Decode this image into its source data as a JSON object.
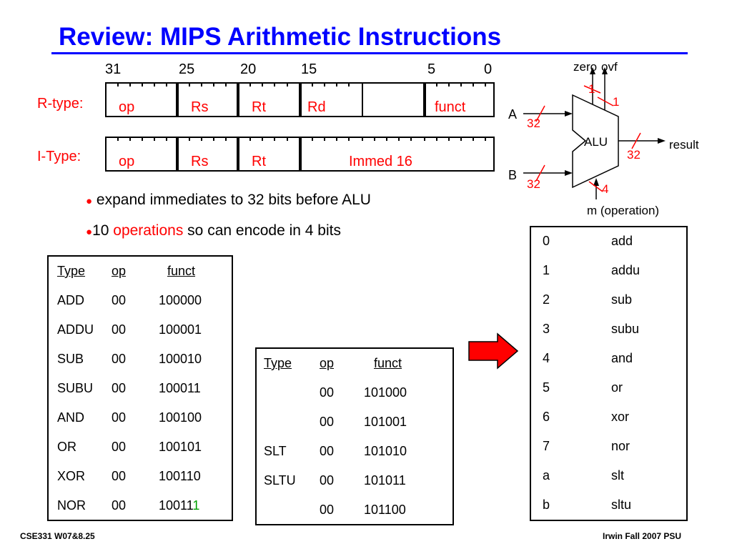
{
  "title": "Review:  MIPS Arithmetic Instructions",
  "bit_positions": [
    "31",
    "25",
    "20",
    "15",
    "5",
    "0"
  ],
  "rtype": {
    "label": "R-type:",
    "fields": [
      "op",
      "Rs",
      "Rt",
      "Rd",
      "funct"
    ]
  },
  "itype": {
    "label": "I-Type:",
    "fields": [
      "op",
      "Rs",
      "Rt",
      "Immed 16"
    ]
  },
  "bullets": {
    "b1": "expand immediates to 32 bits before ALU",
    "b2_pre": "10 ",
    "b2_red": "operations",
    "b2_post": " so can encode in 4 bits"
  },
  "alu": {
    "label": "ALU",
    "zero": "zero",
    "ovf": "ovf",
    "zero_width": "1",
    "ovf_width": "1",
    "input_a": "A",
    "input_b": "B",
    "a_width": "32",
    "b_width": "32",
    "result": "result",
    "result_width": "32",
    "m_width": "4",
    "m_label": "m (operation)"
  },
  "table1": {
    "headers": [
      "Type",
      "op",
      "funct"
    ],
    "rows": [
      [
        "ADD",
        "00",
        "100000"
      ],
      [
        "ADDU",
        "00",
        "100001"
      ],
      [
        "SUB",
        "00",
        "100010"
      ],
      [
        "SUBU",
        "00",
        "100011"
      ],
      [
        "AND",
        "00",
        "100100"
      ],
      [
        "OR",
        "00",
        "100101"
      ],
      [
        "XOR",
        "00",
        "100110"
      ],
      [
        "NOR",
        "00",
        "10011"
      ]
    ],
    "last_digit": "1"
  },
  "table2": {
    "headers": [
      "Type",
      "op",
      "funct"
    ],
    "rows": [
      [
        "",
        "00",
        "101000"
      ],
      [
        "",
        "00",
        "101001"
      ],
      [
        "SLT",
        "00",
        "101010"
      ],
      [
        "SLTU",
        "00",
        "101011"
      ],
      [
        "",
        "00",
        "101100"
      ]
    ]
  },
  "table3": {
    "rows": [
      [
        "0",
        "add"
      ],
      [
        "1",
        "addu"
      ],
      [
        "2",
        "sub"
      ],
      [
        "3",
        "subu"
      ],
      [
        "4",
        "and"
      ],
      [
        "5",
        "or"
      ],
      [
        "6",
        "xor"
      ],
      [
        "7",
        "nor"
      ],
      [
        "a",
        "slt"
      ],
      [
        "b",
        "sltu"
      ]
    ]
  },
  "footer": {
    "left": "CSE331  W07&8.25",
    "right": "Irwin Fall 2007 PSU"
  },
  "colors": {
    "title": "#0000ff",
    "accent": "#ff0000",
    "highlight": "#00a000"
  }
}
